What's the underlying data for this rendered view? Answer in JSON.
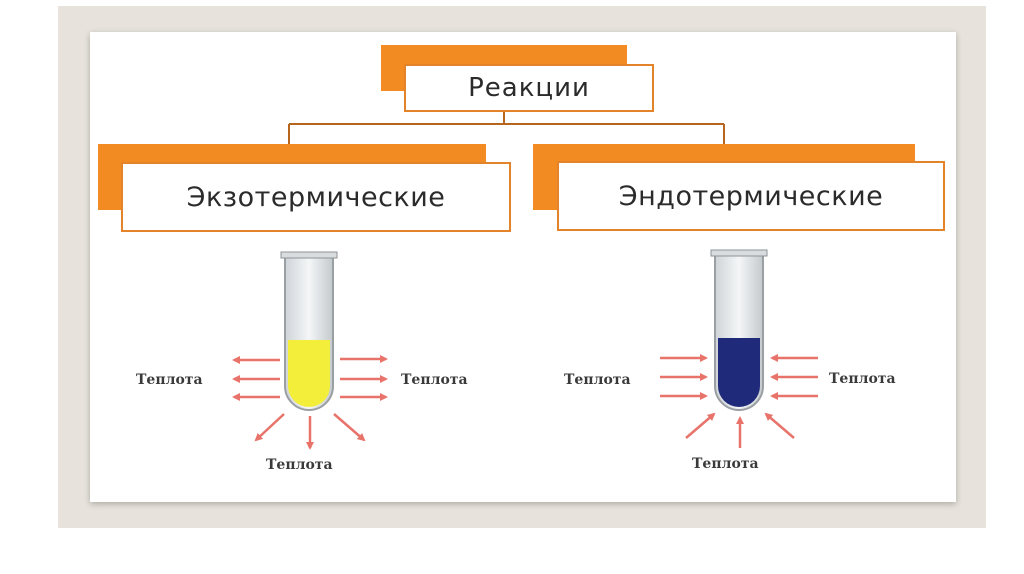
{
  "title": "Реакции",
  "categories": [
    {
      "key": "exo",
      "label": "Экзотермические",
      "heat_labels": [
        "Теплота",
        "Теплота",
        "Теплота"
      ],
      "liquid_color": "#f2ee3a",
      "arrow_direction": "outward"
    },
    {
      "key": "endo",
      "label": "Эндотермические",
      "heat_labels": [
        "Теплота",
        "Теплота",
        "Теплота"
      ],
      "liquid_color": "#1f2a7a",
      "arrow_direction": "inward"
    }
  ],
  "colors": {
    "accent": "#f28c22",
    "connector": "#b8661e",
    "arrow": "#e8736a"
  }
}
